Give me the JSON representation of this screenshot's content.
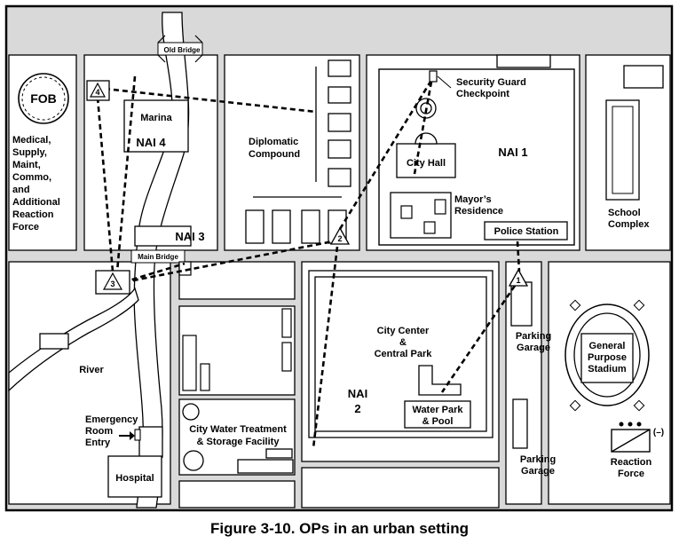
{
  "figure": {
    "caption": "Figure 3-10. OPs in an urban setting"
  },
  "map": {
    "labels": {
      "fob": "FOB",
      "support": [
        "Medical,",
        "Supply,",
        "Maint,",
        "Commo,",
        "and",
        "Additional",
        "Reaction",
        "Force"
      ],
      "old_bridge": "Old Bridge",
      "marina": "Marina",
      "nai4": "NAI 4",
      "nai3": "NAI 3",
      "main_bridge": "Main Bridge",
      "diplomatic": [
        "Diplomatic",
        "Compound"
      ],
      "security": [
        "Security Guard",
        "Checkpoint"
      ],
      "city_hall": "City Hall",
      "nai1": "NAI 1",
      "mayors": [
        "Mayor’s",
        "Residence"
      ],
      "police": "Police Station",
      "school": [
        "School",
        "Complex"
      ],
      "river": "River",
      "city_center": [
        "City Center",
        "&",
        "Central Park"
      ],
      "nai2": [
        "NAI",
        "2"
      ],
      "water_park": [
        "Water Park",
        "& Pool"
      ],
      "parking1": [
        "Parking",
        "Garage"
      ],
      "parking2": [
        "Parking",
        "Garage"
      ],
      "stadium": [
        "General",
        "Purpose",
        "Stadium"
      ],
      "water_treatment": [
        "City Water Treatment",
        "& Storage Facility"
      ],
      "emergency": [
        "Emergency",
        "Room",
        "Entry"
      ],
      "hospital": "Hospital",
      "reaction": [
        "Reaction",
        "Force"
      ],
      "reaction_size": "(–)"
    },
    "observation_posts": [
      "1",
      "2",
      "3",
      "4"
    ]
  }
}
